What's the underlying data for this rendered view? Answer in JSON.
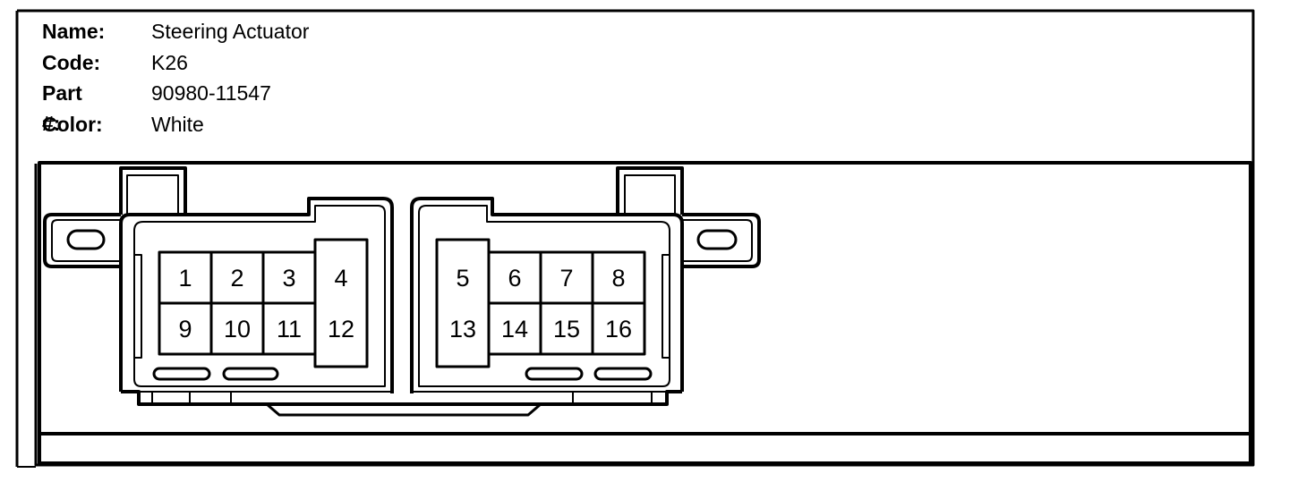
{
  "info": {
    "name_label": "Name:",
    "name_value": "Steering Actuator",
    "code_label": "Code:",
    "code_value": "K26",
    "part_label": "Part #:",
    "part_value": "90980-11547",
    "color_label": "Color:",
    "color_value": "White"
  },
  "connector": {
    "left_block": {
      "top_row": [
        "1",
        "2",
        "3",
        "4"
      ],
      "bottom_row": [
        "9",
        "10",
        "11",
        "12"
      ]
    },
    "right_block": {
      "top_row": [
        "5",
        "6",
        "7",
        "8"
      ],
      "bottom_row": [
        "13",
        "14",
        "15",
        "16"
      ]
    }
  }
}
